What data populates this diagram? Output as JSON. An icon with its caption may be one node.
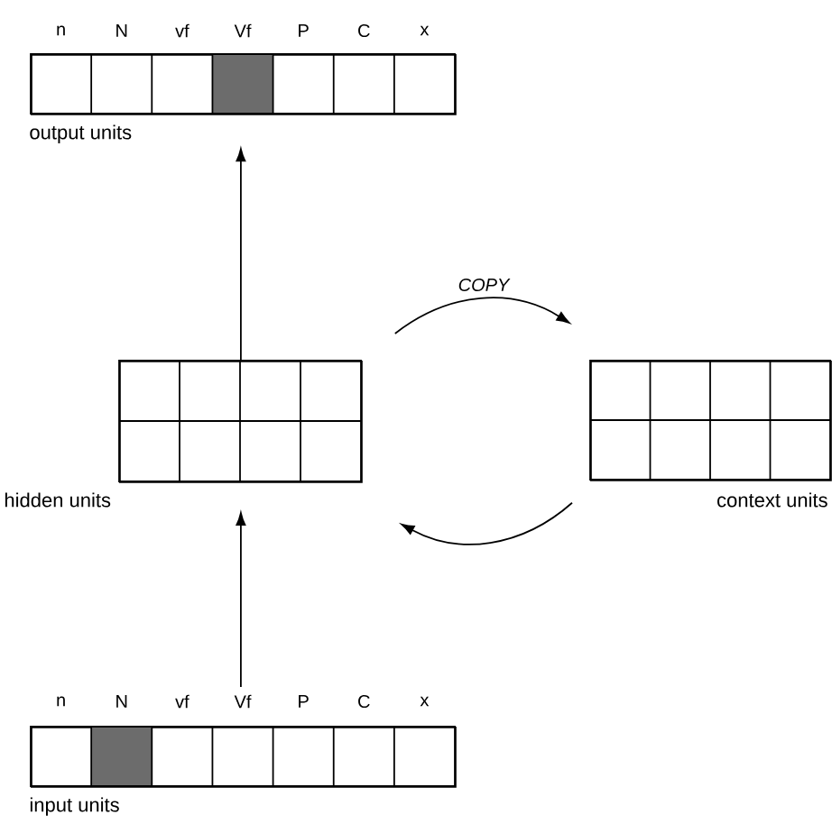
{
  "diagram": {
    "nodes": [
      {
        "text": [
          "output units"
        ]
      },
      {
        "text": [
          "hidden units"
        ]
      },
      {
        "text": [
          "context units"
        ]
      },
      {
        "text": [
          "input units"
        ]
      }
    ],
    "edges": [
      {
        "from": 3,
        "to": 1,
        "arrow": "to"
      },
      {
        "from": 1,
        "to": 0,
        "arrow": "to"
      },
      {
        "from": 1,
        "to": 2,
        "arrow": "to",
        "label": "COPY"
      },
      {
        "from": 2,
        "to": 1,
        "arrow": "to"
      }
    ],
    "labels": [
      "n",
      "N",
      "vf",
      "Vf",
      "P",
      "C",
      "x",
      "n",
      "N",
      "vf",
      "Vf",
      "P",
      "C",
      "x"
    ]
  }
}
